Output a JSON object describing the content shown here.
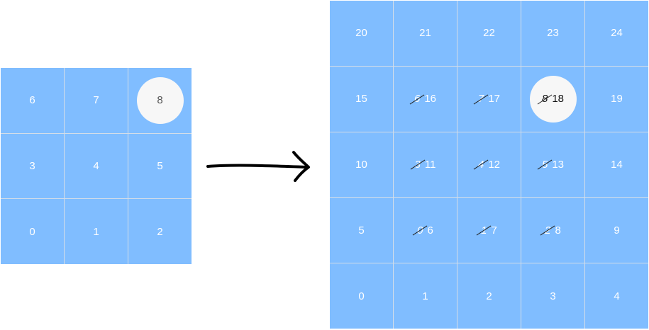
{
  "small_grid": {
    "rows": [
      [
        {
          "label": "6"
        },
        {
          "label": "7"
        },
        {
          "label": "8",
          "highlight": true
        }
      ],
      [
        {
          "label": "3"
        },
        {
          "label": "4"
        },
        {
          "label": "5"
        }
      ],
      [
        {
          "label": "0"
        },
        {
          "label": "1"
        },
        {
          "label": "2"
        }
      ]
    ]
  },
  "large_grid": {
    "rows": [
      [
        {
          "label": "20"
        },
        {
          "label": "21"
        },
        {
          "label": "22"
        },
        {
          "label": "23"
        },
        {
          "label": "24"
        }
      ],
      [
        {
          "label": "15"
        },
        {
          "old": "6",
          "label": "16"
        },
        {
          "old": "7",
          "label": "17"
        },
        {
          "old": "8",
          "label": "18",
          "highlight": true
        },
        {
          "label": "19"
        }
      ],
      [
        {
          "label": "10"
        },
        {
          "old": "3",
          "label": "11"
        },
        {
          "old": "4",
          "label": "12"
        },
        {
          "old": "5",
          "label": "13"
        },
        {
          "label": "14"
        }
      ],
      [
        {
          "label": "5"
        },
        {
          "old": "0",
          "label": "6"
        },
        {
          "old": "1",
          "label": "7"
        },
        {
          "old": "2",
          "label": "8"
        },
        {
          "label": "9"
        }
      ],
      [
        {
          "label": "0"
        },
        {
          "label": "1"
        },
        {
          "label": "2"
        },
        {
          "label": "3"
        },
        {
          "label": "4"
        }
      ]
    ]
  },
  "colors": {
    "cell": "#80bdff",
    "grid_line": "#d4dde8",
    "highlight": "#f7f7f7",
    "text": "#ffffff"
  },
  "icons": {
    "transform_arrow": "arrow-right-icon"
  }
}
